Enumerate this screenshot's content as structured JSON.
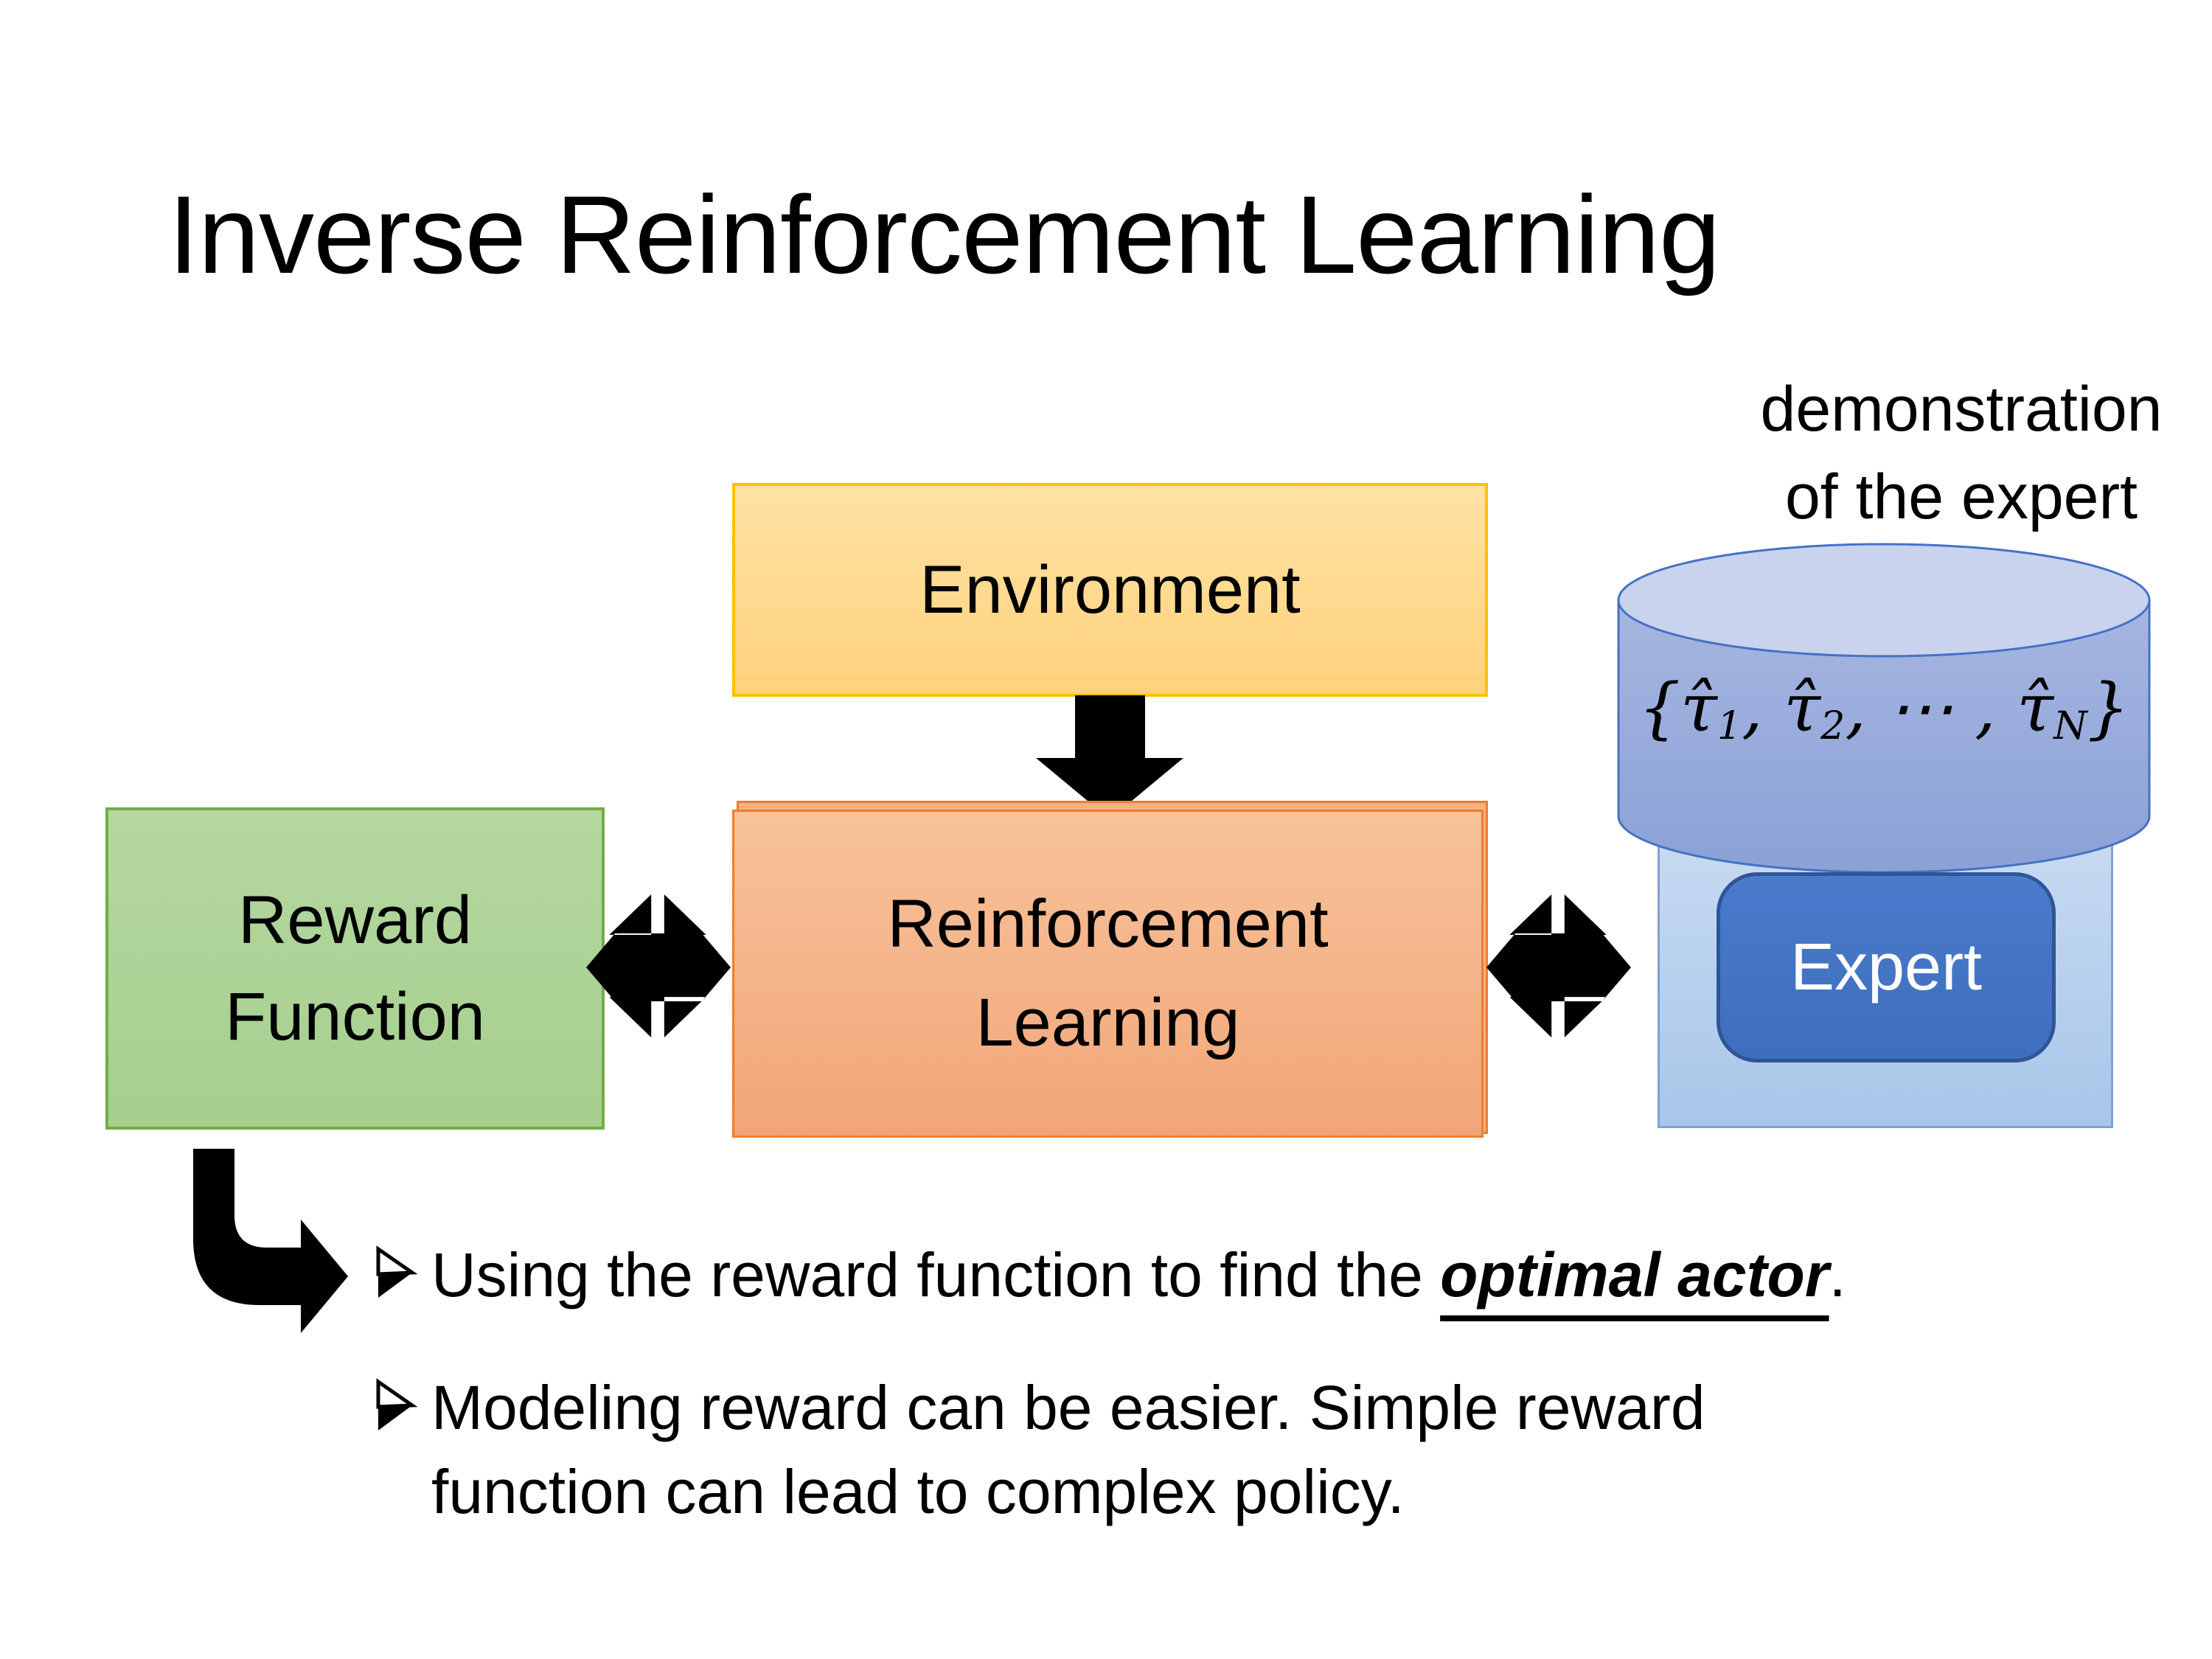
{
  "slide": {
    "title": "Inverse Reinforcement Learning",
    "annotation": {
      "line1": "demonstration",
      "line2": "of the expert"
    },
    "boxes": {
      "environment": {
        "label": "Environment",
        "fill": "#FFD98F",
        "border": "#FFC000"
      },
      "reward_function": {
        "line1": "Reward",
        "line2": "Function",
        "fill": "#ABD297",
        "border": "#70AD47"
      },
      "reinforcement_learning": {
        "line1": "Reinforcement",
        "line2": "Learning",
        "fill": "#F4B183",
        "border": "#ED7D31"
      },
      "expert": {
        "label": "Expert",
        "fill": "#4472C4",
        "border": "#2F5597",
        "text_color": "#FFFFFF"
      },
      "expert_container": {
        "fill": "#BDD7EE",
        "border": "#7DA1D4"
      },
      "demo_cylinder": {
        "fill": "#8FAADC",
        "top_fill": "#C9D3EE",
        "border": "#4472C4"
      }
    },
    "math": {
      "p1": "{τ̂",
      "s1": "1",
      "p2": ", τ̂",
      "s2": "2",
      "p3": ", ⋯ , τ̂",
      "s3": "N",
      "p4": "}"
    },
    "bullets": [
      {
        "pre": "Using the reward function to find the ",
        "emphasis": "optimal actor",
        "post": "."
      },
      {
        "lines": [
          "Modeling reward can be easier. Simple reward",
          "function can lead to complex policy."
        ]
      }
    ],
    "arrow_color": "#000000"
  }
}
